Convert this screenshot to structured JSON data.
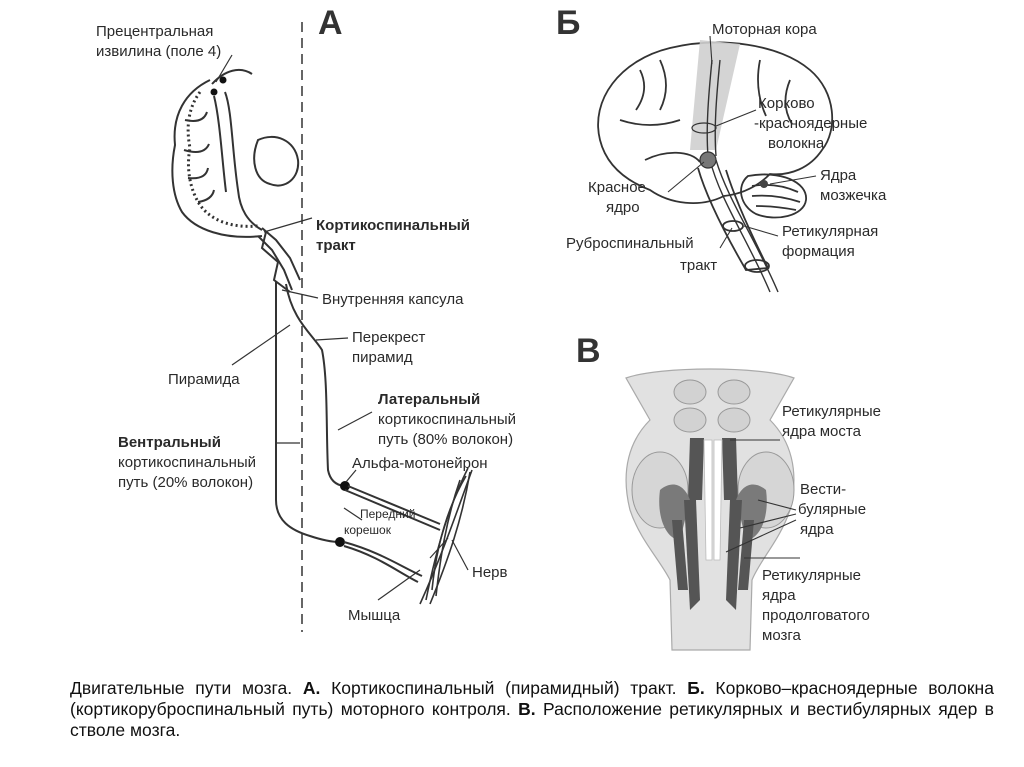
{
  "panels": {
    "a": {
      "letter": "А",
      "labels": {
        "precentral_1": "Прецентральная",
        "precentral_2": "извилина (поле 4)",
        "corticospinal_1": "Кортикоспинальный",
        "corticospinal_2": "тракт",
        "internal_capsule": "Внутренняя капсула",
        "decussation_1": "Перекрест",
        "decussation_2": "пирамид",
        "pyramid": "Пирамида",
        "lateral_1": "Латеральный",
        "lateral_2": "кортикоспинальный",
        "lateral_3": "путь (80% волокон)",
        "ventral_1": "Вентральный",
        "ventral_2": "кортикоспинальный",
        "ventral_3": "путь (20% волокон)",
        "alpha_motoneuron": "Альфа-мотонейрон",
        "anterior_root_1": "Передний",
        "anterior_root_2": "корешок",
        "nerve": "Нерв",
        "muscle": "Мышца"
      }
    },
    "b": {
      "letter": "Б",
      "labels": {
        "motor_cortex": "Моторная кора",
        "cortico_red_1": "Корково",
        "cortico_red_2": "-красноядерные",
        "cortico_red_3": "волокна",
        "red_nucleus_1": "Красное",
        "red_nucleus_2": "ядро",
        "cerebellar_nuclei_1": "Ядра",
        "cerebellar_nuclei_2": "мозжечка",
        "reticular_formation_1": "Ретикулярная",
        "reticular_formation_2": "формация",
        "rubrospinal_1": "Руброспинальный",
        "rubrospinal_2": "тракт"
      }
    },
    "c": {
      "letter": "В",
      "labels": {
        "pons_reticular_1": "Ретикулярные",
        "pons_reticular_2": "ядра моста",
        "vestibular_1": "Вести-",
        "vestibular_2": "булярные",
        "vestibular_3": "ядра",
        "medulla_reticular_1": "Ретикулярные",
        "medulla_reticular_2": "ядра",
        "medulla_reticular_3": "продолговатого",
        "medulla_reticular_4": "мозга"
      }
    }
  },
  "caption": {
    "p1": "Двигательные пути мозга.",
    "a": "А.",
    "p2": "Кортикоспинальный (пирамидный) тракт.",
    "b": "Б.",
    "p3": "Корково–красноядерные волокна (кортикорубро­спинальный путь) моторного контроля.",
    "c": "В.",
    "p4": "Расположение ретикулярных и вестибулярных ядер в стволе мозга."
  }
}
